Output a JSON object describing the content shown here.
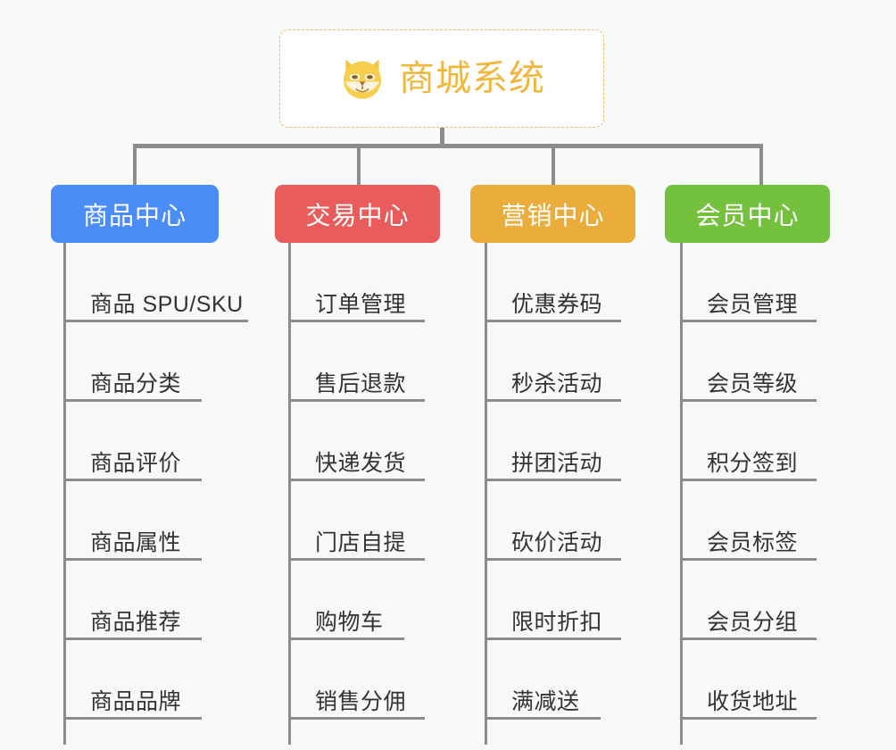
{
  "page": {
    "background_color": "#f7f8f8",
    "line_color": "#8c8c8c",
    "leaf_text_color": "#333333"
  },
  "root": {
    "title": "商城系统",
    "icon": "shiba-dog-face-icon",
    "text_color": "#f0b73f",
    "border_color": "#e8b96a",
    "background_color": "#ffffff"
  },
  "categories": [
    {
      "label": "商品中心",
      "color": "#4a8df6",
      "items": [
        "商品 SPU/SKU",
        "商品分类",
        "商品评价",
        "商品属性",
        "商品推荐",
        "商品品牌"
      ]
    },
    {
      "label": "交易中心",
      "color": "#e85c5c",
      "items": [
        "订单管理",
        "售后退款",
        "快递发货",
        "门店自提",
        "购物车",
        "销售分佣"
      ]
    },
    {
      "label": "营销中心",
      "color": "#eaad3c",
      "items": [
        "优惠券码",
        "秒杀活动",
        "拼团活动",
        "砍价活动",
        "限时折扣",
        "满减送"
      ]
    },
    {
      "label": "会员中心",
      "color": "#73c13d",
      "items": [
        "会员管理",
        "会员等级",
        "积分签到",
        "会员标签",
        "会员分组",
        "收货地址"
      ]
    }
  ]
}
